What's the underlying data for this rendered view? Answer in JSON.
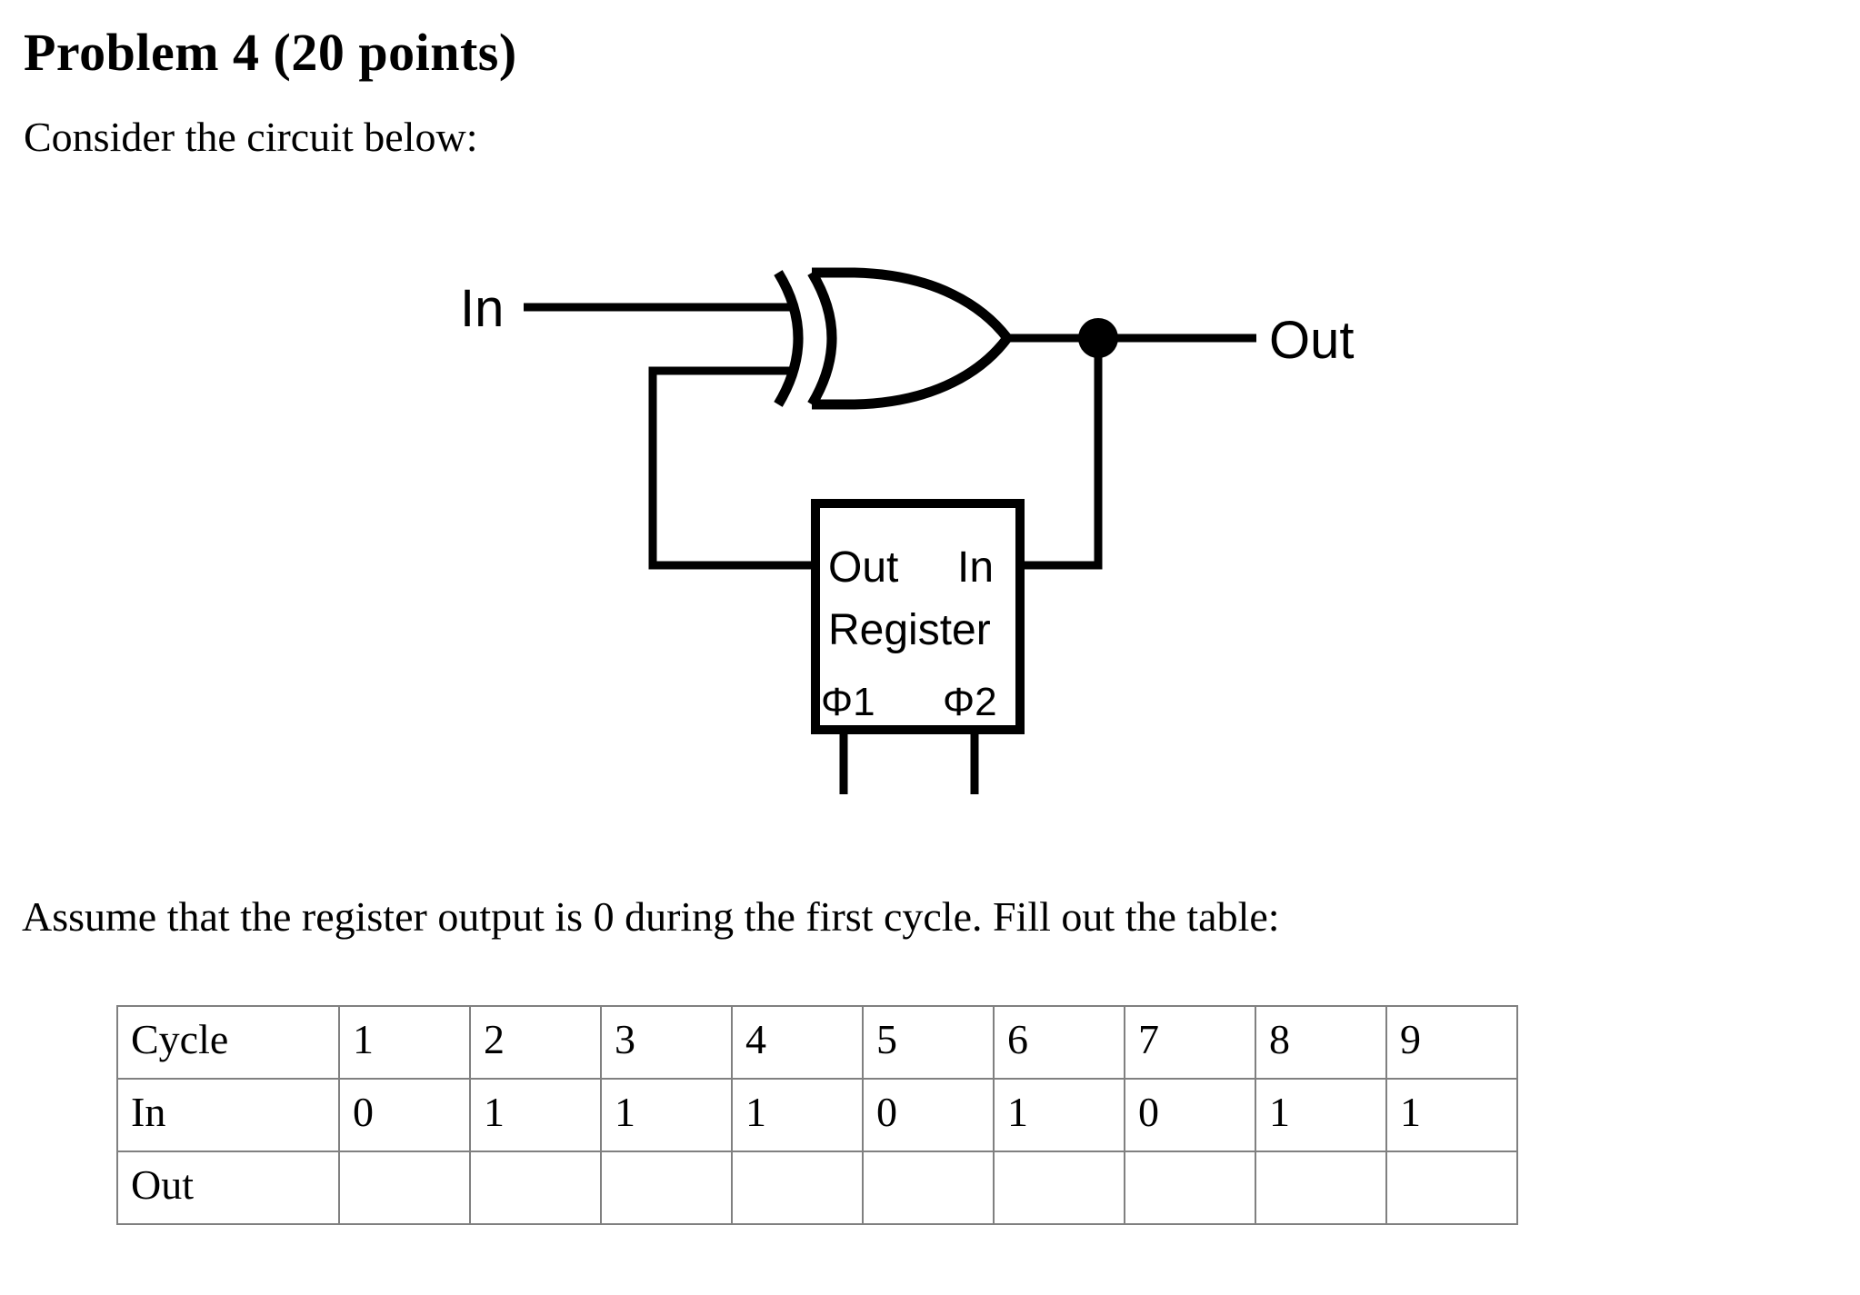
{
  "document": {
    "title": "Problem 4 (20 points)",
    "intro": "Consider the circuit below:",
    "assume": "Assume that the register output is 0 during the first cycle.  Fill out the table:"
  },
  "circuit": {
    "input_label": "In",
    "output_label": "Out",
    "gate_type": "xor-gate",
    "register": {
      "name": "Register",
      "out_port": "Out",
      "in_port": "In",
      "clock1": "Φ1",
      "clock2": "Φ2"
    },
    "junction": "output-tap-node"
  },
  "table": {
    "rows": [
      {
        "header": "Cycle",
        "values": [
          "1",
          "2",
          "3",
          "4",
          "5",
          "6",
          "7",
          "8",
          "9"
        ]
      },
      {
        "header": "In",
        "values": [
          "0",
          "1",
          "1",
          "1",
          "0",
          "1",
          "0",
          "1",
          "1"
        ]
      },
      {
        "header": "Out",
        "values": [
          "",
          "",
          "",
          "",
          "",
          "",
          "",
          "",
          ""
        ]
      }
    ]
  },
  "chart_data": {
    "type": "table",
    "title": "Cycle / In / Out fill-in table",
    "categories": [
      "1",
      "2",
      "3",
      "4",
      "5",
      "6",
      "7",
      "8",
      "9"
    ],
    "series": [
      {
        "name": "In",
        "values": [
          0,
          1,
          1,
          1,
          0,
          1,
          0,
          1,
          1
        ]
      },
      {
        "name": "Out",
        "values": [
          null,
          null,
          null,
          null,
          null,
          null,
          null,
          null,
          null
        ]
      }
    ],
    "xlabel": "Cycle",
    "ylabel": "",
    "grid": true,
    "legend": "none"
  }
}
